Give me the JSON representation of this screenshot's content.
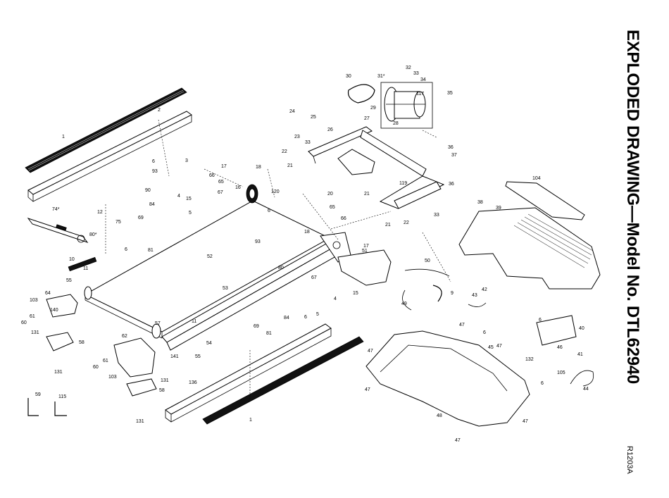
{
  "title": "EXPLODED DRAWING—Model No. DTL62940",
  "drawing_code": "R1203A",
  "callouts": [
    {
      "id": "c1a",
      "text": "1"
    },
    {
      "id": "c1b",
      "text": "1"
    },
    {
      "id": "c2",
      "text": "2"
    },
    {
      "id": "c3",
      "text": "3"
    },
    {
      "id": "c4a",
      "text": "4"
    },
    {
      "id": "c4b",
      "text": "4"
    },
    {
      "id": "c5a",
      "text": "5"
    },
    {
      "id": "c5b",
      "text": "5"
    },
    {
      "id": "c6a",
      "text": "6"
    },
    {
      "id": "c6b",
      "text": "6"
    },
    {
      "id": "c6c",
      "text": "6"
    },
    {
      "id": "c6d",
      "text": "6"
    },
    {
      "id": "c6e",
      "text": "6"
    },
    {
      "id": "c6f",
      "text": "6"
    },
    {
      "id": "c6g",
      "text": "6"
    },
    {
      "id": "c9",
      "text": "9"
    },
    {
      "id": "c10",
      "text": "10"
    },
    {
      "id": "c11a",
      "text": "11"
    },
    {
      "id": "c11b",
      "text": "11"
    },
    {
      "id": "c12",
      "text": "12"
    },
    {
      "id": "c15a",
      "text": "15"
    },
    {
      "id": "c15b",
      "text": "15"
    },
    {
      "id": "c16",
      "text": "16"
    },
    {
      "id": "c17a",
      "text": "17"
    },
    {
      "id": "c17b",
      "text": "17"
    },
    {
      "id": "c18a",
      "text": "18"
    },
    {
      "id": "c18b",
      "text": "18"
    },
    {
      "id": "c20",
      "text": "20"
    },
    {
      "id": "c21a",
      "text": "21"
    },
    {
      "id": "c21b",
      "text": "21"
    },
    {
      "id": "c21c",
      "text": "21"
    },
    {
      "id": "c22a",
      "text": "22"
    },
    {
      "id": "c22b",
      "text": "22"
    },
    {
      "id": "c23",
      "text": "23"
    },
    {
      "id": "c24",
      "text": "24"
    },
    {
      "id": "c25",
      "text": "25"
    },
    {
      "id": "c26",
      "text": "26"
    },
    {
      "id": "c27",
      "text": "27"
    },
    {
      "id": "c28",
      "text": "28"
    },
    {
      "id": "c29",
      "text": "29"
    },
    {
      "id": "c30",
      "text": "30"
    },
    {
      "id": "c31",
      "text": "31*"
    },
    {
      "id": "c32",
      "text": "32"
    },
    {
      "id": "c33a",
      "text": "33"
    },
    {
      "id": "c33b",
      "text": "33"
    },
    {
      "id": "c33c",
      "text": "33"
    },
    {
      "id": "c34",
      "text": "34"
    },
    {
      "id": "c35",
      "text": "35"
    },
    {
      "id": "c36a",
      "text": "36"
    },
    {
      "id": "c36b",
      "text": "36"
    },
    {
      "id": "c37",
      "text": "37"
    },
    {
      "id": "c38",
      "text": "38"
    },
    {
      "id": "c39",
      "text": "39"
    },
    {
      "id": "c40",
      "text": "40"
    },
    {
      "id": "c41",
      "text": "41"
    },
    {
      "id": "c42",
      "text": "42"
    },
    {
      "id": "c43",
      "text": "43"
    },
    {
      "id": "c44",
      "text": "44"
    },
    {
      "id": "c45",
      "text": "45"
    },
    {
      "id": "c46",
      "text": "46"
    },
    {
      "id": "c47a",
      "text": "47"
    },
    {
      "id": "c47b",
      "text": "47"
    },
    {
      "id": "c47c",
      "text": "47"
    },
    {
      "id": "c47d",
      "text": "47"
    },
    {
      "id": "c47e",
      "text": "47"
    },
    {
      "id": "c47f",
      "text": "47"
    },
    {
      "id": "c48",
      "text": "48"
    },
    {
      "id": "c49",
      "text": "49"
    },
    {
      "id": "c50",
      "text": "50"
    },
    {
      "id": "c51",
      "text": "51"
    },
    {
      "id": "c52",
      "text": "52"
    },
    {
      "id": "c53",
      "text": "53"
    },
    {
      "id": "c54",
      "text": "54"
    },
    {
      "id": "c55a",
      "text": "55"
    },
    {
      "id": "c55b",
      "text": "55"
    },
    {
      "id": "c57",
      "text": "57"
    },
    {
      "id": "c58a",
      "text": "58"
    },
    {
      "id": "c58b",
      "text": "58"
    },
    {
      "id": "c59",
      "text": "59"
    },
    {
      "id": "c60a",
      "text": "60"
    },
    {
      "id": "c60b",
      "text": "60"
    },
    {
      "id": "c61a",
      "text": "61"
    },
    {
      "id": "c61b",
      "text": "61"
    },
    {
      "id": "c62",
      "text": "62"
    },
    {
      "id": "c64",
      "text": "64"
    },
    {
      "id": "c65a",
      "text": "65"
    },
    {
      "id": "c65b",
      "text": "65"
    },
    {
      "id": "c66a",
      "text": "66"
    },
    {
      "id": "c66b",
      "text": "66"
    },
    {
      "id": "c67a",
      "text": "67"
    },
    {
      "id": "c67b",
      "text": "67"
    },
    {
      "id": "c69a",
      "text": "69"
    },
    {
      "id": "c69b",
      "text": "69"
    },
    {
      "id": "c74",
      "text": "74*"
    },
    {
      "id": "c75",
      "text": "75"
    },
    {
      "id": "c80a",
      "text": "80*"
    },
    {
      "id": "c80b",
      "text": "80"
    },
    {
      "id": "c81a",
      "text": "81"
    },
    {
      "id": "c81b",
      "text": "81"
    },
    {
      "id": "c84a",
      "text": "84"
    },
    {
      "id": "c84b",
      "text": "84"
    },
    {
      "id": "c90",
      "text": "90"
    },
    {
      "id": "c93a",
      "text": "93"
    },
    {
      "id": "c93b",
      "text": "93"
    },
    {
      "id": "c103a",
      "text": "103"
    },
    {
      "id": "c103b",
      "text": "103"
    },
    {
      "id": "c104",
      "text": "104"
    },
    {
      "id": "c105",
      "text": "105"
    },
    {
      "id": "c115",
      "text": "115"
    },
    {
      "id": "c117",
      "text": "117"
    },
    {
      "id": "c119",
      "text": "119"
    },
    {
      "id": "c120",
      "text": "120"
    },
    {
      "id": "c131a",
      "text": "131"
    },
    {
      "id": "c131b",
      "text": "131"
    },
    {
      "id": "c131c",
      "text": "131"
    },
    {
      "id": "c131d",
      "text": "131"
    },
    {
      "id": "c132",
      "text": "132"
    },
    {
      "id": "c136",
      "text": "136"
    },
    {
      "id": "c140",
      "text": "140"
    },
    {
      "id": "c141",
      "text": "141"
    }
  ]
}
